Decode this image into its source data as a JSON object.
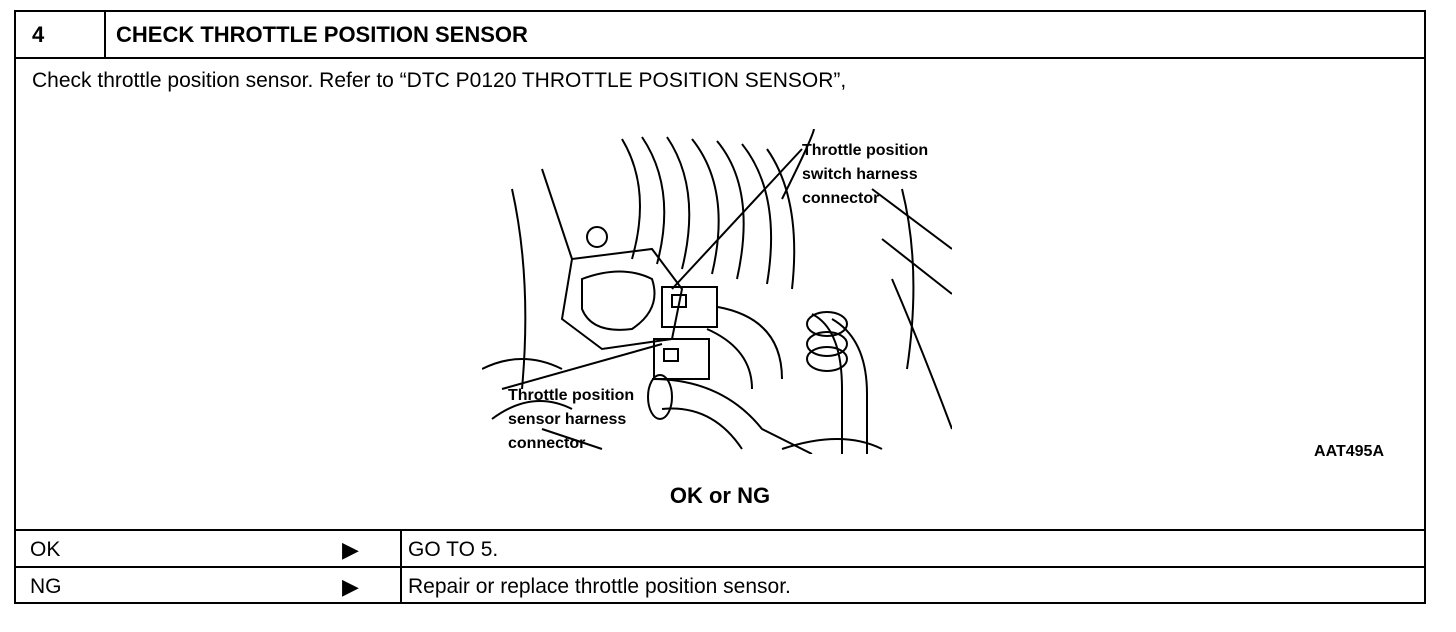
{
  "header": {
    "step": "4",
    "title": "CHECK THROTTLE POSITION SENSOR"
  },
  "instruction": "Check throttle position sensor. Refer to “DTC P0120 THROTTLE POSITION SENSOR”,",
  "figure": {
    "callout_switch": "Throttle position\nswitch harness\nconnector",
    "callout_sensor": "Throttle position\nsensor harness\nconnector",
    "figure_id": "AAT495A"
  },
  "decision": "OK or NG",
  "rows": [
    {
      "label": "OK",
      "arrow": "▶",
      "action": "GO TO 5."
    },
    {
      "label": "NG",
      "arrow": "▶",
      "action": "Repair or replace throttle position sensor."
    }
  ]
}
